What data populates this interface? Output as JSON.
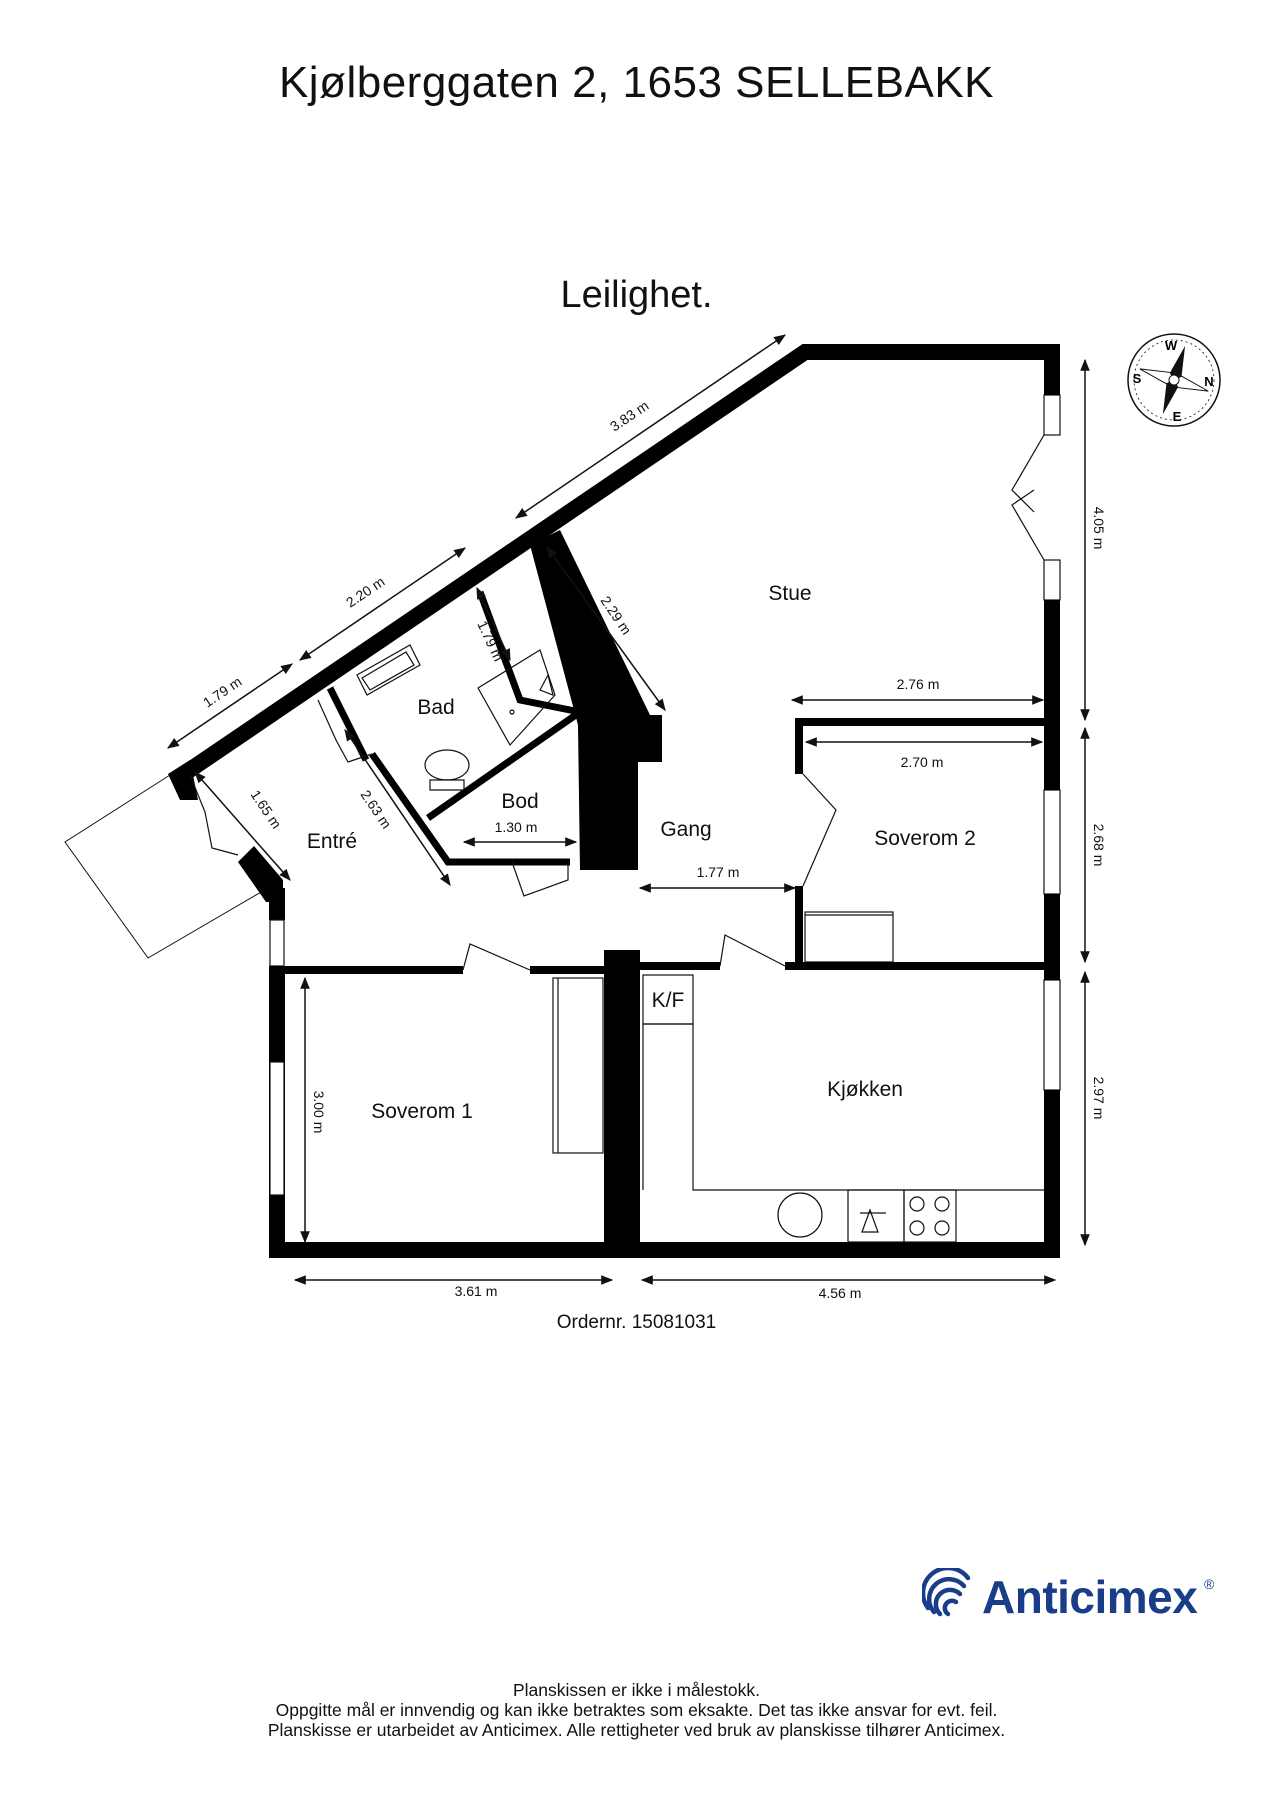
{
  "header": {
    "address": "Kjølberggaten 2, 1653 SELLEBAKK",
    "unit": "Leilighet."
  },
  "rooms": {
    "stue": "Stue",
    "bad": "Bad",
    "bod": "Bod",
    "entre": "Entré",
    "gang": "Gang",
    "soverom2": "Soverom 2",
    "soverom1": "Soverom 1",
    "kjokken": "Kjøkken",
    "kf": "K/F"
  },
  "dimensions": {
    "d383": "3.83 m",
    "d220": "2.20 m",
    "d179a": "1.79 m",
    "d229": "2.29 m",
    "d179b": "1.79 m",
    "d405": "4.05 m",
    "d276": "2.76 m",
    "d270": "2.70 m",
    "d268": "2.68 m",
    "d165": "1.65 m",
    "d263": "2.63 m",
    "d130": "1.30 m",
    "d177": "1.77 m",
    "d300": "3.00 m",
    "d297": "2.97 m",
    "d361": "3.61 m",
    "d456": "4.56 m"
  },
  "compass": {
    "n": "N",
    "s": "S",
    "e": "E",
    "w": "W"
  },
  "order": "Ordernr. 15081031",
  "brand": {
    "name": "Anticimex",
    "registered": "®",
    "color": "#1a3d8a"
  },
  "footer": {
    "line1": "Planskissen er ikke i målestokk.",
    "line2": "Oppgitte mål er innvendig og kan ikke betraktes som eksakte. Det tas ikke ansvar for evt. feil.",
    "line3": "Planskisse er utarbeidet av Anticimex. Alle rettigheter ved bruk av planskisse tilhører Anticimex."
  }
}
